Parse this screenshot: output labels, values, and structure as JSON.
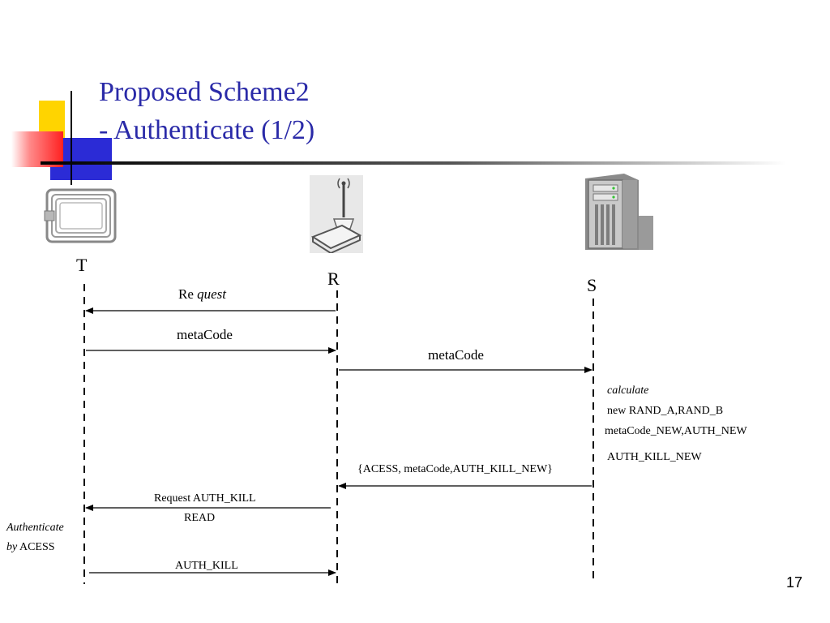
{
  "title": {
    "line1": "Proposed Scheme2",
    "line2": "- Authenticate (1/2)"
  },
  "entities": {
    "tag": {
      "label": "T",
      "icon": "rfid-tag-icon"
    },
    "reader": {
      "label": "R",
      "icon": "wireless-reader-icon"
    },
    "server": {
      "label": "S",
      "icon": "server-icon"
    }
  },
  "messages": {
    "request_prefix": "Re",
    "request_suffix": "quest",
    "metacode_1": "metaCode",
    "metacode_2": "metaCode",
    "acess_msg": "{ACESS, metaCode,AUTH_KILL_NEW}",
    "request_auth_kill": "Request AUTH_KILL",
    "read": "READ",
    "auth_kill": "AUTH_KILL"
  },
  "server_notes": {
    "calculate": "calculate",
    "line1": "new RAND_A,RAND_B",
    "line2": "metaCode_NEW,AUTH_NEW",
    "line3": "AUTH_KILL_NEW"
  },
  "tag_notes": {
    "authenticate": "Authenticate",
    "by": "by",
    "acess": "ACESS"
  },
  "page_number": "17",
  "colors": {
    "title": "#2a2aa8",
    "accent_yellow": "#ffd400",
    "accent_blue": "#2b2bd6",
    "accent_red": "#ff3b3b"
  }
}
